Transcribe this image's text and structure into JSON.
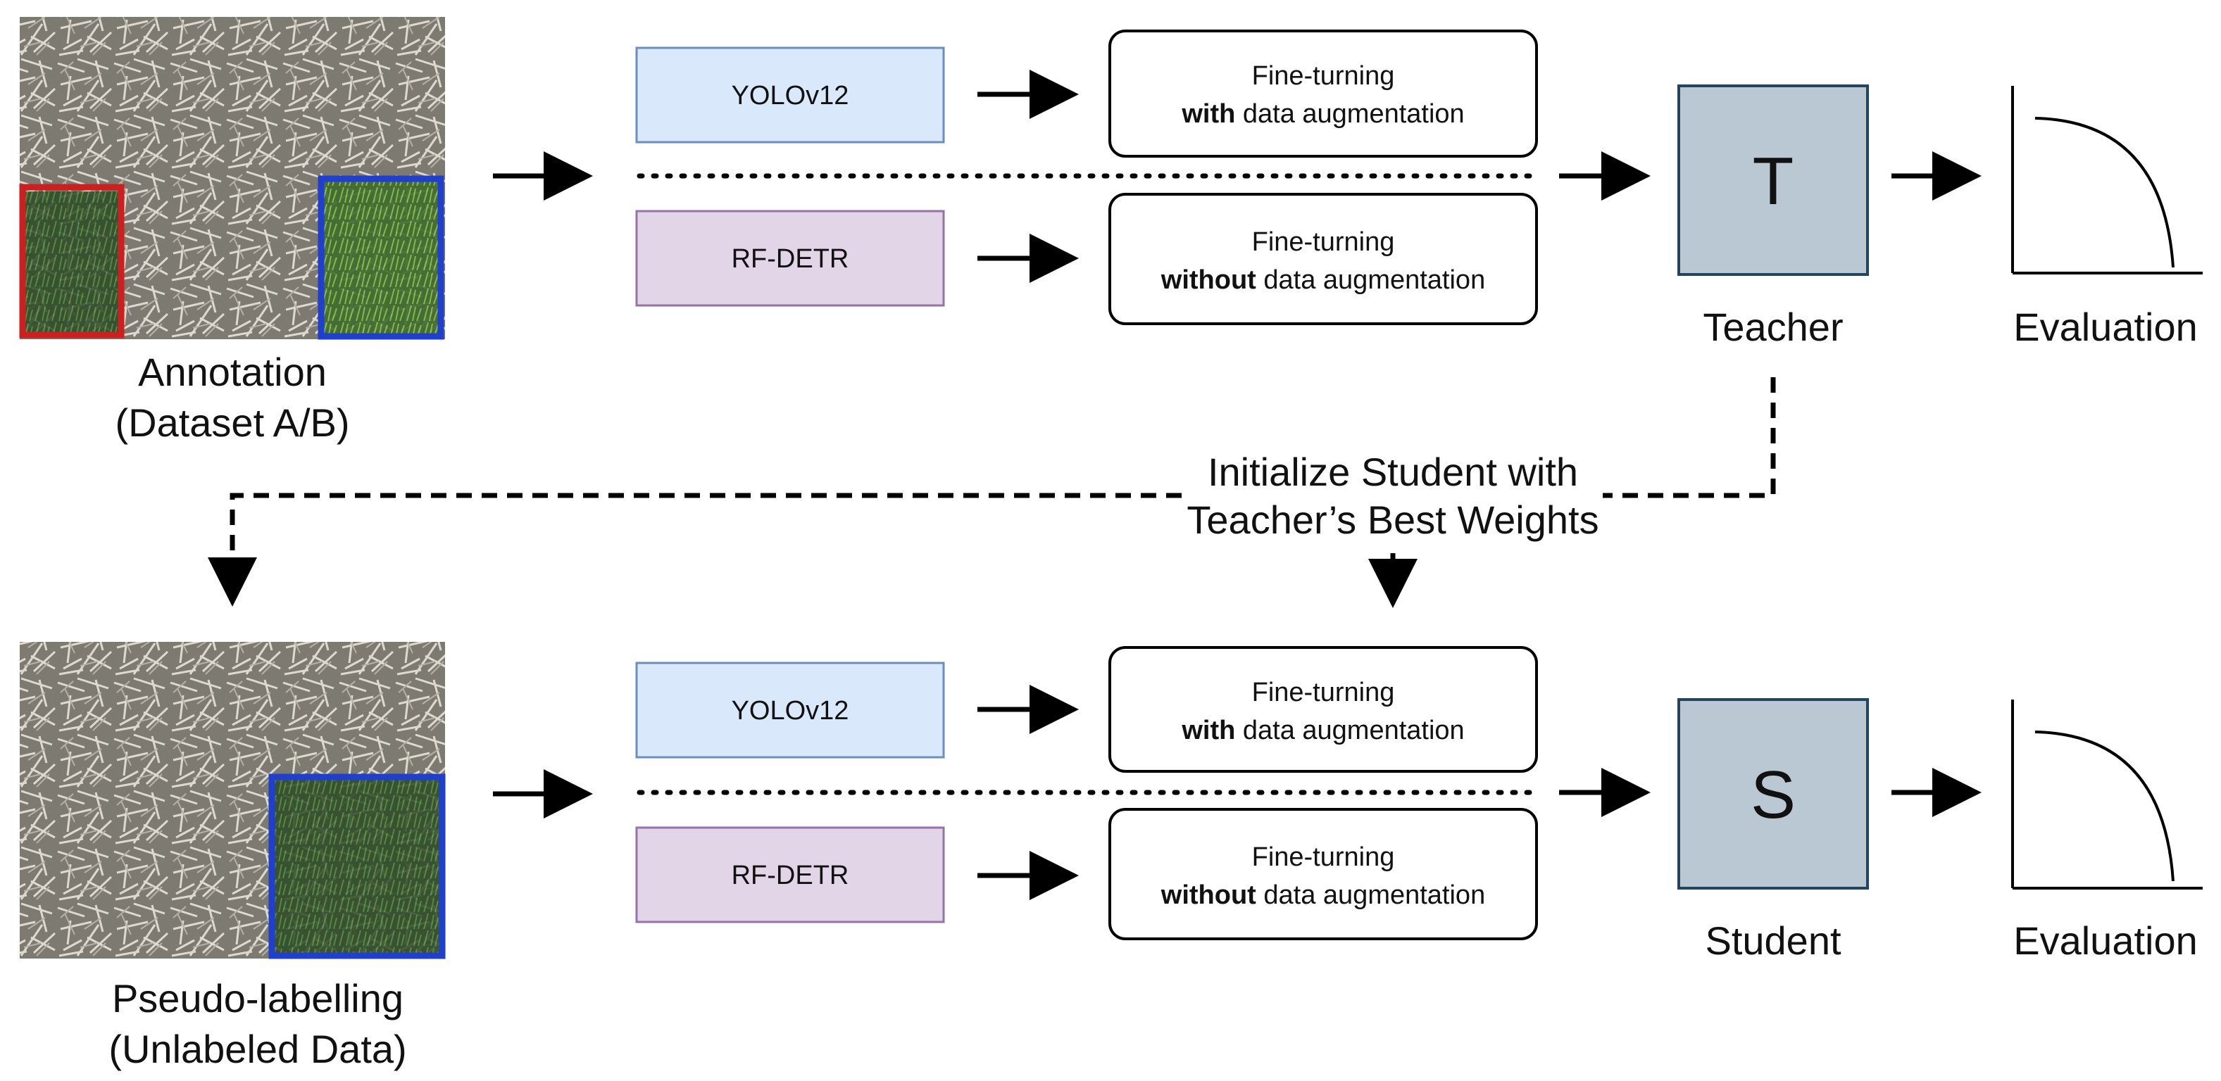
{
  "top": {
    "image_caption_line1": "Annotation",
    "image_caption_line2": "(Dataset A/B)",
    "models": [
      "YOLOv12",
      "RF-DETR"
    ],
    "ft_with": {
      "line1": "Fine-turning",
      "bold": "with",
      "rest": " data augmentation"
    },
    "ft_without": {
      "line1": "Fine-turning",
      "bold": "without",
      "rest": " data augmentation"
    },
    "role_letter": "T",
    "role_label": "Teacher",
    "eval_label": "Evaluation"
  },
  "bottom": {
    "image_caption_line1": "Pseudo-labelling",
    "image_caption_line2": "(Unlabeled Data)",
    "models": [
      "YOLOv12",
      "RF-DETR"
    ],
    "ft_with": {
      "line1": "Fine-turning",
      "bold": "with",
      "rest": " data augmentation"
    },
    "ft_without": {
      "line1": "Fine-turning",
      "bold": "without",
      "rest": " data augmentation"
    },
    "role_letter": "S",
    "role_label": "Student",
    "eval_label": "Evaluation"
  },
  "init_text": {
    "line1": "Initialize Student with",
    "line2": "Teacher’s Best Weights"
  },
  "colors": {
    "yolo_fill": "#dae8fc",
    "yolo_stroke": "#6c8ebf",
    "detr_fill": "#e1d5e7",
    "detr_stroke": "#9673a6",
    "role_fill": "#bac8d3",
    "role_stroke": "#23445d",
    "box_red": "#cc1f1f",
    "box_blue": "#1f3fcc"
  }
}
